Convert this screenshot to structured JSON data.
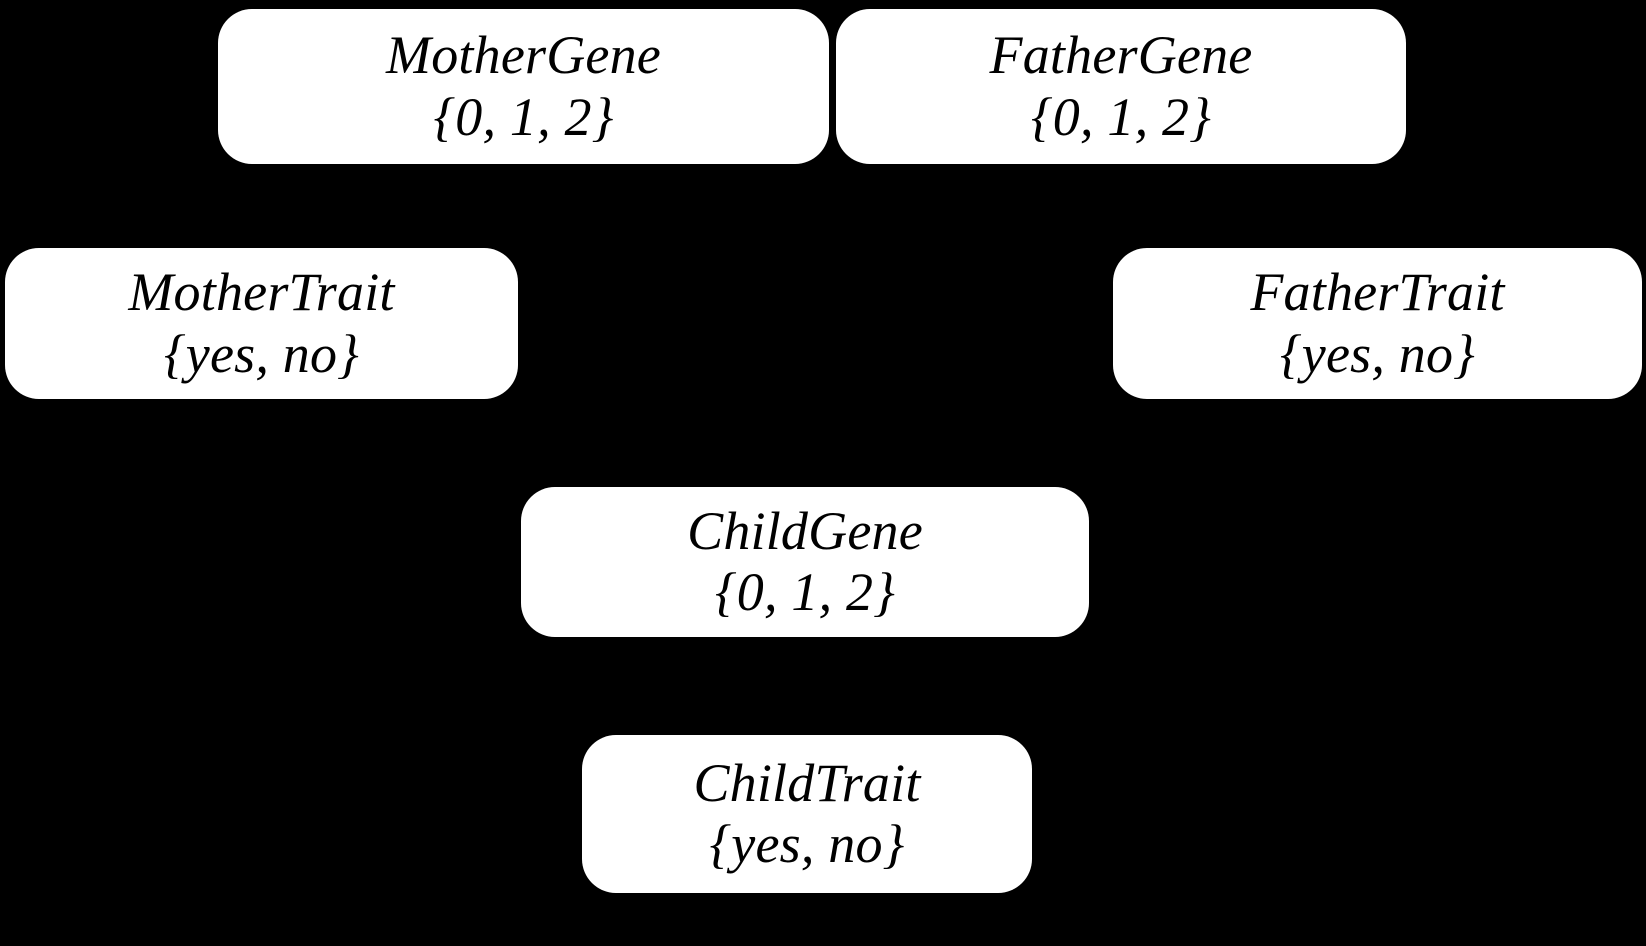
{
  "diagram": {
    "type": "bayesian-network",
    "title": "Genetic inheritance Bayesian network",
    "background_color": "#000000",
    "node_fill_color": "#ffffff",
    "node_text_color": "#000000",
    "nodes": [
      {
        "id": "mother-gene",
        "name": "MotherGene",
        "domain": "{0, 1, 2}",
        "values": [
          "0",
          "1",
          "2"
        ]
      },
      {
        "id": "father-gene",
        "name": "FatherGene",
        "domain": "{0, 1, 2}",
        "values": [
          "0",
          "1",
          "2"
        ]
      },
      {
        "id": "mother-trait",
        "name": "MotherTrait",
        "domain": "{yes, no}",
        "values": [
          "yes",
          "no"
        ]
      },
      {
        "id": "father-trait",
        "name": "FatherTrait",
        "domain": "{yes, no}",
        "values": [
          "yes",
          "no"
        ]
      },
      {
        "id": "child-gene",
        "name": "ChildGene",
        "domain": "{0, 1, 2}",
        "values": [
          "0",
          "1",
          "2"
        ]
      },
      {
        "id": "child-trait",
        "name": "ChildTrait",
        "domain": "{yes, no}",
        "values": [
          "yes",
          "no"
        ]
      }
    ]
  }
}
